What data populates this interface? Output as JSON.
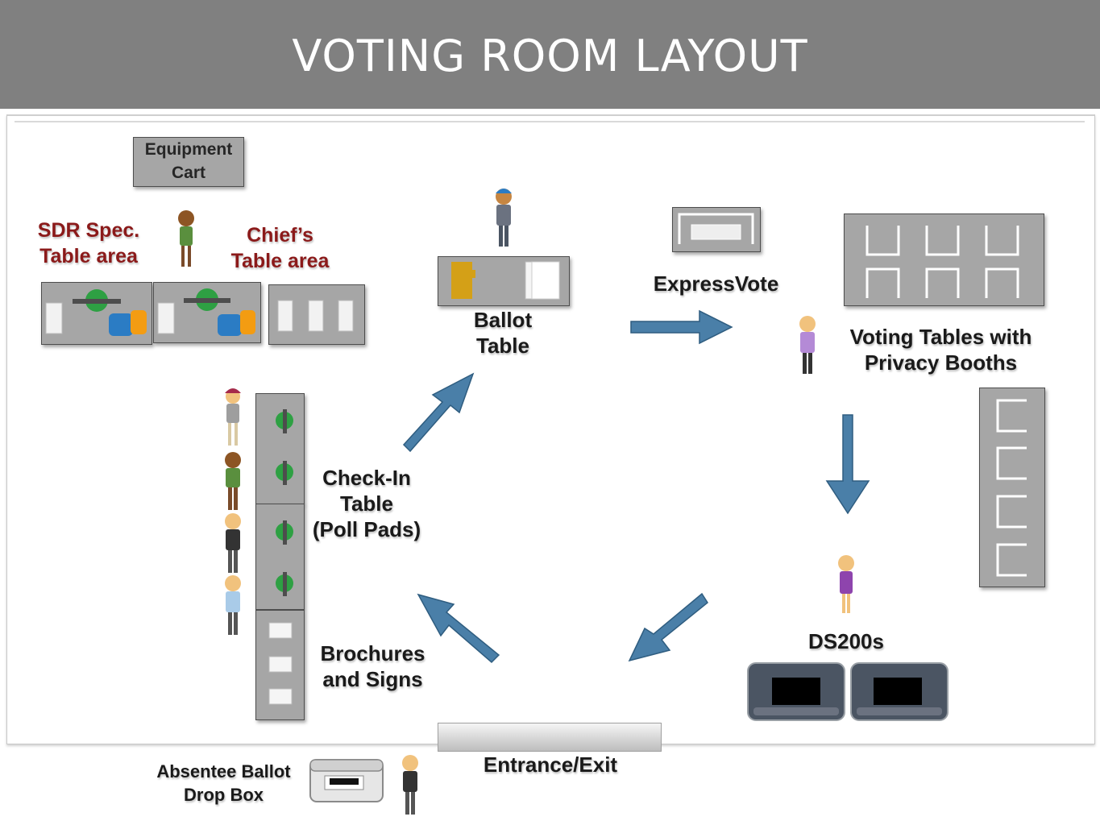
{
  "header": {
    "title": "VOTING ROOM LAYOUT"
  },
  "labels": {
    "equipment_cart": "Equipment Cart",
    "sdr_spec_line1": "SDR Spec.",
    "sdr_spec_line2": "Table area",
    "chiefs_line1": "Chief’s",
    "chiefs_line2": "Table area",
    "ballot_line1": "Ballot",
    "ballot_line2": "Table",
    "expressvote": "ExpressVote",
    "voting_tables_line1": "Voting Tables with",
    "voting_tables_line2": "Privacy Booths",
    "checkin_line1": "Check-In",
    "checkin_line2": "Table",
    "checkin_line3": "(Poll Pads)",
    "brochures_line1": "Brochures",
    "brochures_line2": "and Signs",
    "ds200s": "DS200s",
    "entrance_exit": "Entrance/Exit",
    "absentee_line1": "Absentee Ballot",
    "absentee_line2": "Drop Box"
  },
  "colors": {
    "header_bg": "#808080",
    "table_gray": "#a6a6a6",
    "arrow_blue": "#4a7fa8",
    "label_red": "#8b1a1a",
    "pad_green": "#2ea043",
    "pad_blue": "#2b7cc4",
    "pad_orange": "#f39c12",
    "ballot_gold": "#d4a017"
  },
  "icons": [
    "person-icon",
    "arrow-icon",
    "tablet-icon",
    "scanner-icon",
    "privacy-booth-icon",
    "drop-box-icon"
  ]
}
